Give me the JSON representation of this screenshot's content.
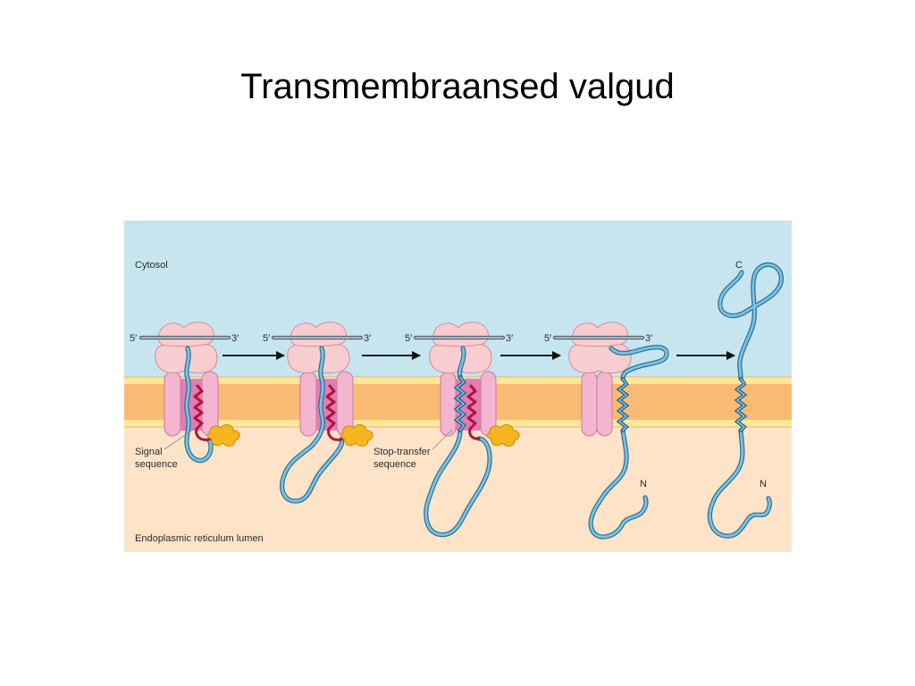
{
  "slide": {
    "title": "Transmembraansed valgud"
  },
  "diagram": {
    "compartments": {
      "cytosol": "Cytosol",
      "lumen": "Endoplasmic reticulum lumen"
    },
    "callouts": {
      "signal_sequence": [
        "Signal",
        "sequence"
      ],
      "stop_transfer_sequence": [
        "Stop-transfer",
        "sequence"
      ]
    },
    "mrna": {
      "five_prime": "5′",
      "three_prime": "3′"
    },
    "termini": {
      "c_terminus": "C",
      "n_terminus": "N"
    },
    "colors": {
      "cytosol": "#c6e5ef",
      "membrane_core": "#f9bb73",
      "membrane_edge": "#fde79a",
      "lumen": "#fde4c8",
      "ribosome": "#f8cdd0",
      "translocon": "#f3b5cf",
      "translocon_pore": "#e27db4",
      "polypeptide": "#7cc3e0",
      "signal_sequence": "#b5123e",
      "signal_peptidase": "#f5b51e"
    }
  }
}
